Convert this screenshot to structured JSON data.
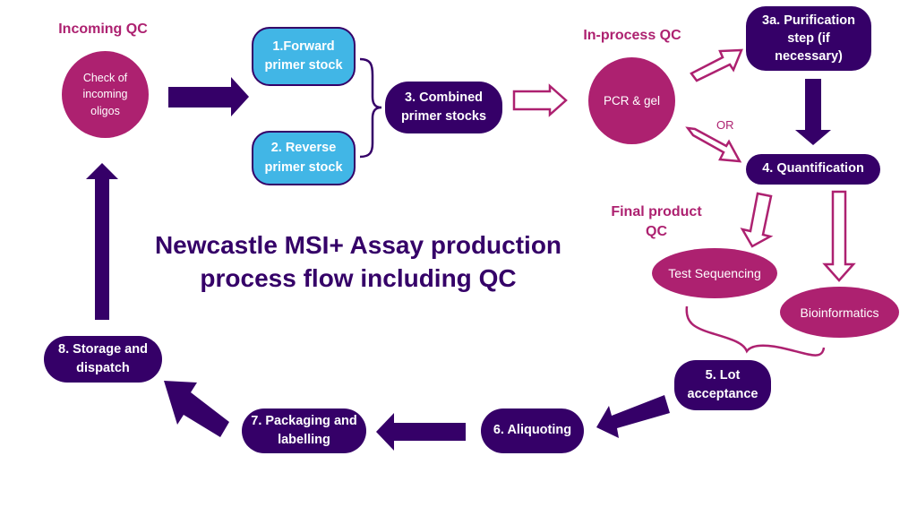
{
  "title": "Newcastle MSI+ Assay production process flow including QC",
  "title_lines": [
    "Newcastle MSI+ Assay production",
    "process flow including QC"
  ],
  "colors": {
    "dark_purple": "#350068",
    "magenta": "#ad2170",
    "light_blue": "#41b6e6",
    "background": "#ffffff"
  },
  "section_labels": {
    "incoming_qc": "Incoming QC",
    "in_process_qc": "In-process QC",
    "final_product_qc_line1": "Final product",
    "final_product_qc_line2": "QC"
  },
  "qc_nodes": {
    "incoming_check": [
      "Check of",
      "incoming",
      "oligos"
    ],
    "pcr_gel": "PCR & gel",
    "test_sequencing": "Test Sequencing",
    "bioinformatics": "Bioinformatics"
  },
  "steps": {
    "forward_primer": [
      "1.Forward",
      "primer stock"
    ],
    "reverse_primer": [
      "2. Reverse",
      "primer stock"
    ],
    "combined_primers": [
      "3. Combined",
      "primer stocks"
    ],
    "purification": [
      "3a. Purification",
      "step (if",
      "necessary)"
    ],
    "quantification": "4. Quantification",
    "lot_acceptance": [
      "5. Lot",
      "acceptance"
    ],
    "aliquoting": "6. Aliquoting",
    "packaging": [
      "7. Packaging and",
      "labelling"
    ],
    "storage": [
      "8. Storage and",
      "dispatch"
    ]
  },
  "or_label": "OR"
}
